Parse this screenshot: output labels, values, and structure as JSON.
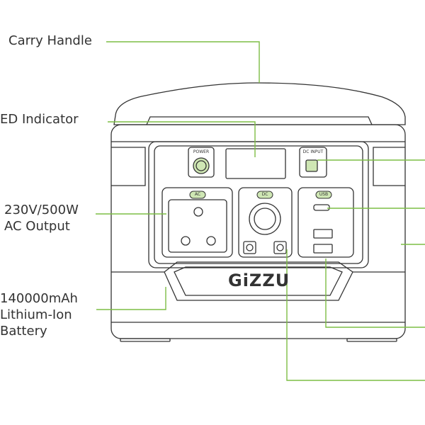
{
  "labels": {
    "carry_handle": "Carry Handle",
    "led_indicator": "ED Indicator",
    "ac_output_line1": "230V/500W",
    "ac_output_line2": "AC Output",
    "battery_line1": "140000mAh",
    "battery_line2": "Lithium-Ion",
    "battery_line3": "Battery"
  },
  "device": {
    "brand": "GiZZU",
    "power_tag": "POWER",
    "dc_input_tag": "DC INPUT",
    "ac_tag": "AC",
    "dc_tag": "DC",
    "usb_tag": "USB"
  },
  "colors": {
    "callout_green": "#7dbd45",
    "outline": "#333333",
    "button_green": "#cfe7b4"
  }
}
